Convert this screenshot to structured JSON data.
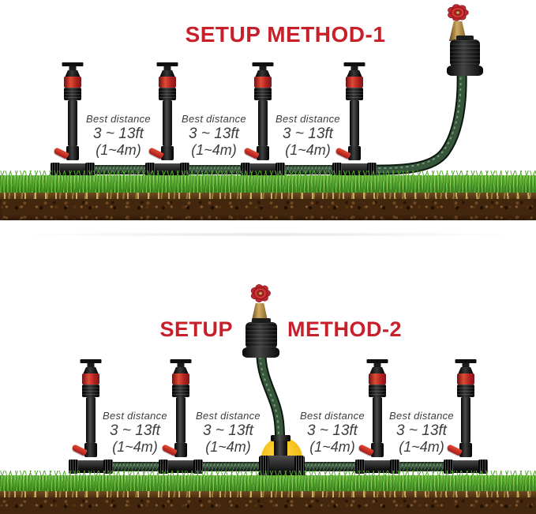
{
  "diagram": {
    "method1": {
      "title": "SETUP METHOD-1",
      "labels": [
        {
          "caption": "Best distance",
          "range_ft": "3 ~ 13ft",
          "range_m": "(1~4m)"
        },
        {
          "caption": "Best distance",
          "range_ft": "3 ~ 13ft",
          "range_m": "(1~4m)"
        },
        {
          "caption": "Best distance",
          "range_ft": "3 ~ 13ft",
          "range_m": "(1~4m)"
        }
      ]
    },
    "method2": {
      "title_left": "SETUP",
      "title_right": "METHOD-2",
      "labels": [
        {
          "caption": "Best distance",
          "range_ft": "3 ~ 13ft",
          "range_m": "(1~4m)"
        },
        {
          "caption": "Best distance",
          "range_ft": "3 ~ 13ft",
          "range_m": "(1~4m)"
        },
        {
          "caption": "Best distance",
          "range_ft": "3 ~ 13ft",
          "range_m": "(1~4m)"
        },
        {
          "caption": "Best distance",
          "range_ft": "3 ~ 13ft",
          "range_m": "(1~4m)"
        }
      ]
    },
    "colors": {
      "title_red": "#c8202a",
      "label_text": "#3d3d3d",
      "valve_wheel_red": "#c1272d",
      "sprinkler_band_red": "#cf2a22",
      "brass": "#caa45a",
      "hose_green": "#2e4c33",
      "grass_green": "#4ea527",
      "soil_brown": "#42260e",
      "tee_highlight_yellow": "#f2b705"
    }
  }
}
